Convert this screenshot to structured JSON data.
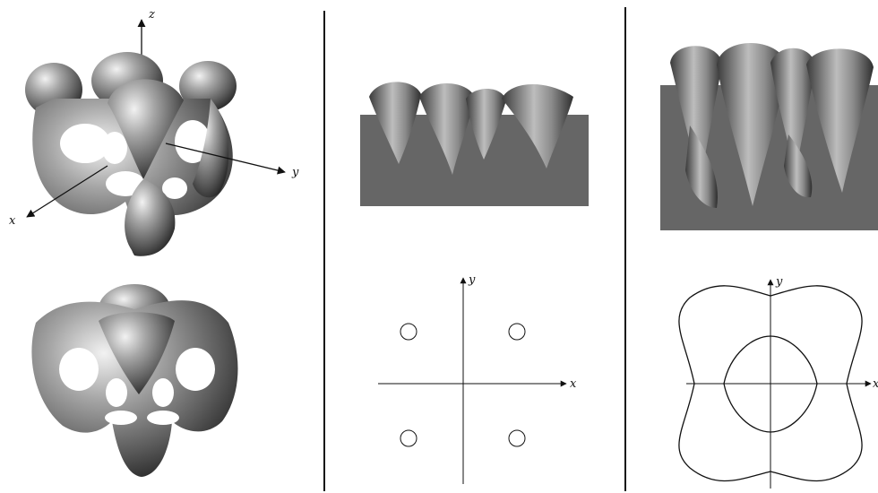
{
  "panel_left": {
    "axis_labels": {
      "z": "z",
      "y": "y",
      "x": "x"
    },
    "surface_color": "#7a7a7a"
  },
  "panel_middle": {
    "ground_color": "#666666",
    "contour_axis_labels": {
      "y": "y",
      "x": "x"
    }
  },
  "panel_right": {
    "ground_color": "#666666",
    "contour_axis_labels": {
      "y": "y",
      "x": "x"
    }
  },
  "divider_color": "#111111"
}
